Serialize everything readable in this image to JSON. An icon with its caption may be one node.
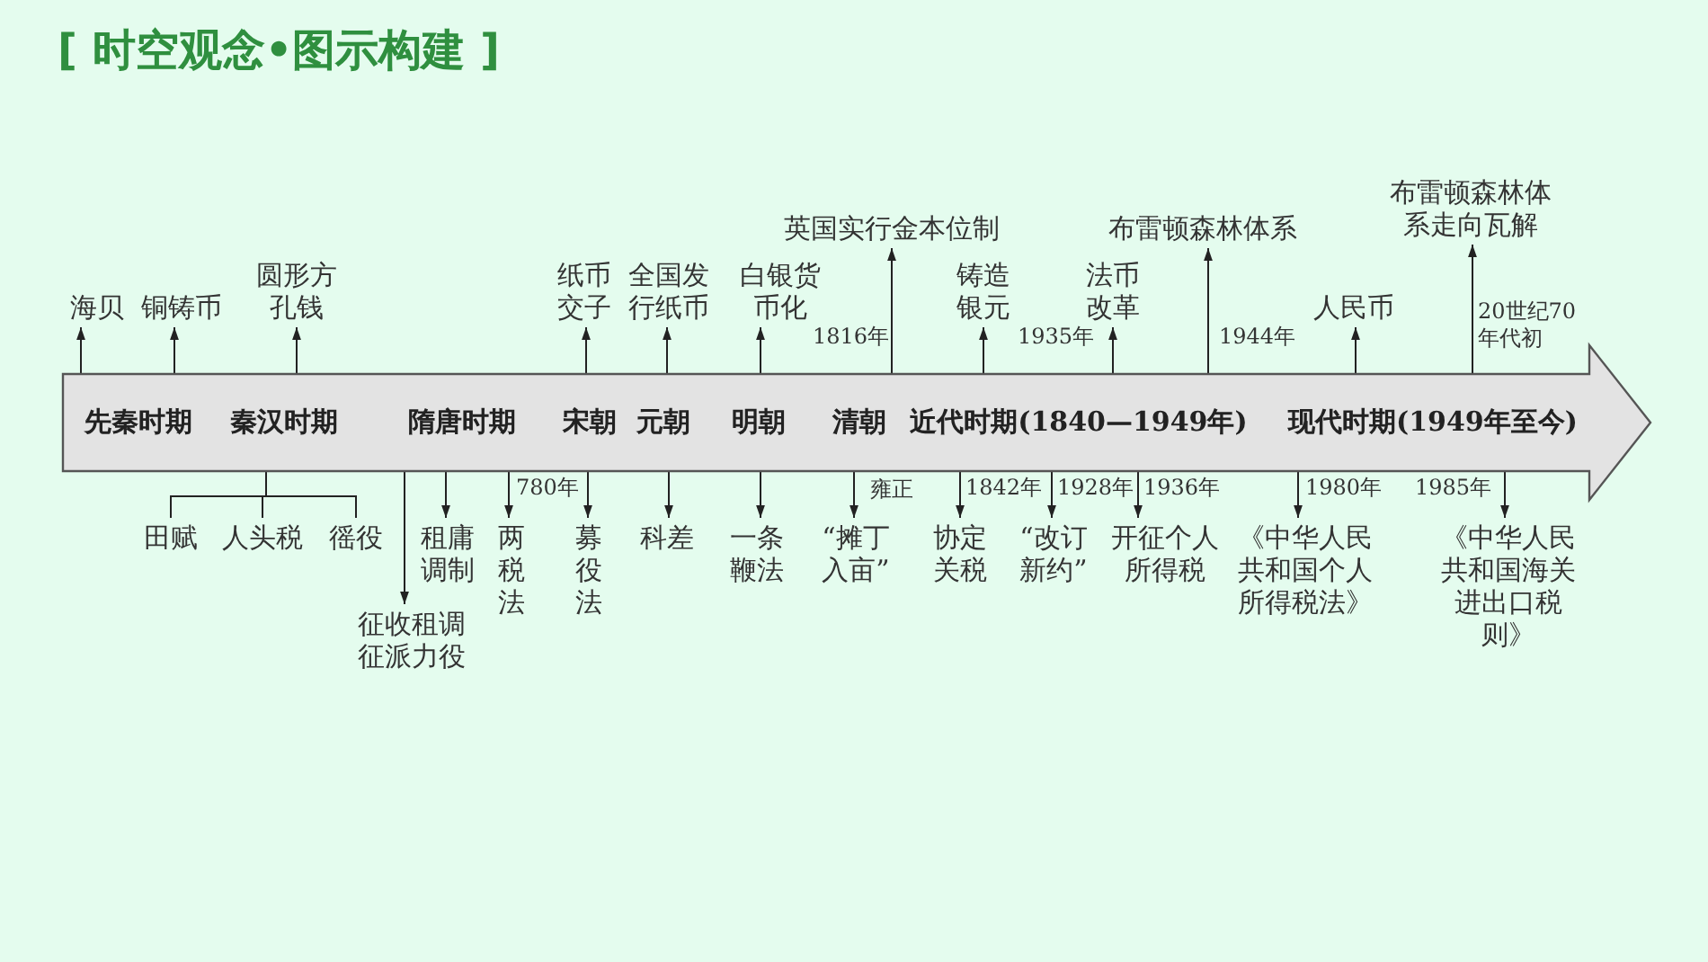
{
  "diagram": {
    "title": "[ 时空观念•图示构建 ]",
    "nodes": [
      {
        "text": [
          "先秦时期",
          "秦汉时期",
          "隋唐时期",
          "宋朝",
          "元朝",
          "明朝",
          "清朝",
          "近代时期(1840—1949年)",
          "现代时期(1949年至今)"
        ]
      },
      {
        "text": [
          "海贝"
        ]
      },
      {
        "text": [
          "铜铸币"
        ]
      },
      {
        "text": [
          "圆形方孔钱"
        ]
      },
      {
        "text": [
          "纸币交子"
        ]
      },
      {
        "text": [
          "全国发行纸币"
        ]
      },
      {
        "text": [
          "白银货币化"
        ]
      },
      {
        "text": [
          "英国实行金本位制"
        ]
      },
      {
        "text": [
          "铸造银元"
        ]
      },
      {
        "text": [
          "法币改革"
        ]
      },
      {
        "text": [
          "布雷顿森林体系"
        ]
      },
      {
        "text": [
          "人民币"
        ]
      },
      {
        "text": [
          "布雷顿森林体系走向瓦解"
        ]
      },
      {
        "text": [
          "田赋"
        ]
      },
      {
        "text": [
          "人头税"
        ]
      },
      {
        "text": [
          "徭役"
        ]
      },
      {
        "text": [
          "征收租调征派力役"
        ]
      },
      {
        "text": [
          "租庸调制"
        ]
      },
      {
        "text": [
          "两税法"
        ]
      },
      {
        "text": [
          "募役法"
        ]
      },
      {
        "text": [
          "科差"
        ]
      },
      {
        "text": [
          "一条鞭法"
        ]
      },
      {
        "text": [
          "“摊丁入亩”"
        ]
      },
      {
        "text": [
          "协定关税"
        ]
      },
      {
        "text": [
          "“改订新约”"
        ]
      },
      {
        "text": [
          "开征个人所得税"
        ]
      },
      {
        "text": [
          "《中华人民共和国个人所得税法》"
        ]
      },
      {
        "text": [
          "《中华人民共和国海关进出口税则》"
        ]
      }
    ],
    "edges": [
      {
        "from": 0,
        "to": 1,
        "arrow": "to"
      },
      {
        "from": 0,
        "to": 2,
        "arrow": "to"
      },
      {
        "from": 0,
        "to": 3,
        "arrow": "to"
      },
      {
        "from": 0,
        "to": 4,
        "arrow": "to"
      },
      {
        "from": 0,
        "to": 5,
        "arrow": "to"
      },
      {
        "from": 0,
        "to": 6,
        "arrow": "to"
      },
      {
        "from": 0,
        "to": 7,
        "arrow": "to",
        "label": "1816年"
      },
      {
        "from": 0,
        "to": 8,
        "arrow": "to"
      },
      {
        "from": 0,
        "to": 9,
        "arrow": "to",
        "label": "1935年"
      },
      {
        "from": 0,
        "to": 10,
        "arrow": "to",
        "label": "1944年"
      },
      {
        "from": 0,
        "to": 11,
        "arrow": "to"
      },
      {
        "from": 0,
        "to": 12,
        "arrow": "to",
        "label": "20世纪70年代初"
      },
      {
        "from": 0,
        "to": 13,
        "arrow": "none"
      },
      {
        "from": 0,
        "to": 14,
        "arrow": "none"
      },
      {
        "from": 0,
        "to": 15,
        "arrow": "none"
      },
      {
        "from": 0,
        "to": 16,
        "arrow": "to"
      },
      {
        "from": 0,
        "to": 17,
        "arrow": "to"
      },
      {
        "from": 0,
        "to": 18,
        "arrow": "to",
        "label": "780年"
      },
      {
        "from": 0,
        "to": 19,
        "arrow": "to"
      },
      {
        "from": 0,
        "to": 20,
        "arrow": "to"
      },
      {
        "from": 0,
        "to": 21,
        "arrow": "to"
      },
      {
        "from": 0,
        "to": 22,
        "arrow": "to",
        "label": "雍正"
      },
      {
        "from": 0,
        "to": 23,
        "arrow": "to",
        "label": "1842年"
      },
      {
        "from": 0,
        "to": 24,
        "arrow": "to",
        "label": "1928年"
      },
      {
        "from": 0,
        "to": 25,
        "arrow": "to",
        "label": "1936年"
      },
      {
        "from": 0,
        "to": 26,
        "arrow": "to",
        "label": "1980年"
      },
      {
        "from": 0,
        "to": 27,
        "arrow": "to",
        "label": "1985年"
      }
    ]
  }
}
